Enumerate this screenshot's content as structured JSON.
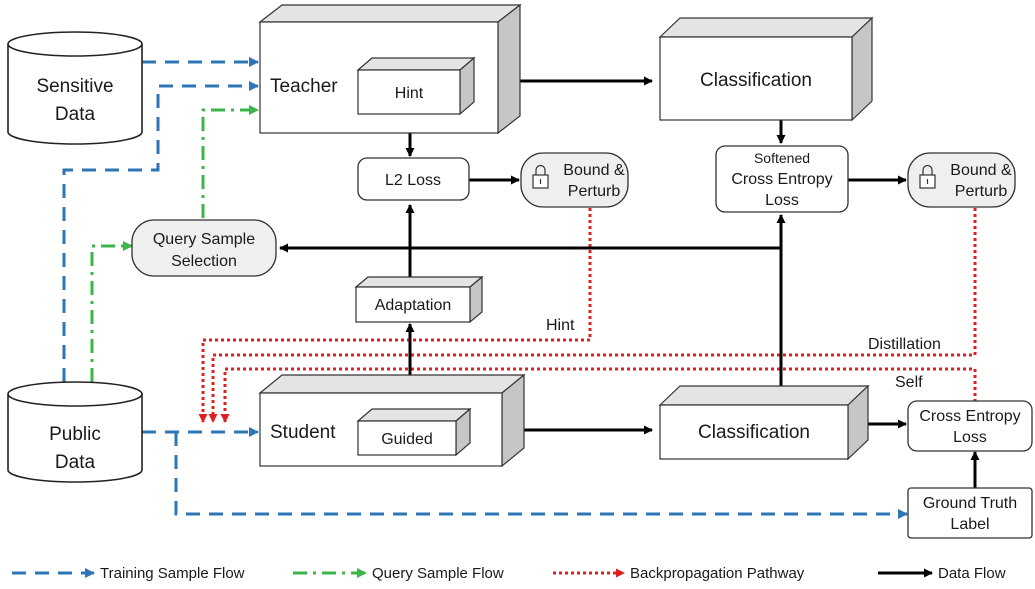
{
  "nodes": {
    "sensitive_data": [
      "Sensitive",
      "Data"
    ],
    "public_data": [
      "Public",
      "Data"
    ],
    "teacher": "Teacher",
    "hint": "Hint",
    "student": "Student",
    "guided": "Guided",
    "classification_top": "Classification",
    "classification_bottom": "Classification",
    "l2_loss": "L2 Loss",
    "adaptation": "Adaptation",
    "bound_perturb_1": [
      "Bound &",
      "Perturb"
    ],
    "bound_perturb_2": [
      "Bound &",
      "Perturb"
    ],
    "softened_ce_loss": [
      "Softened",
      "Cross Entropy",
      "Loss"
    ],
    "query_sample_selection": [
      "Query Sample",
      "Selection"
    ],
    "cross_entropy_loss": [
      "Cross Entropy",
      "Loss"
    ],
    "ground_truth_label": [
      "Ground Truth",
      "Label"
    ]
  },
  "path_labels": {
    "hint": "Hint",
    "distillation": "Distillation",
    "self": "Self"
  },
  "legend": [
    {
      "label": "Training Sample Flow",
      "color": "#2e75b6",
      "style": "dashed"
    },
    {
      "label": "Query Sample Flow",
      "color": "#3cb54a",
      "style": "dash-dot"
    },
    {
      "label": "Backpropagation Pathway",
      "color": "#e02020",
      "style": "dotted"
    },
    {
      "label": "Data Flow",
      "color": "#000000",
      "style": "solid"
    }
  ],
  "colors": {
    "training": "#2e75b6",
    "query": "#3cb54a",
    "backprop": "#e02020",
    "data": "#000000",
    "box_side": "#c6c6c6",
    "box_top": "#e4e4e4",
    "rounded_fill": "#f0f0f0"
  }
}
